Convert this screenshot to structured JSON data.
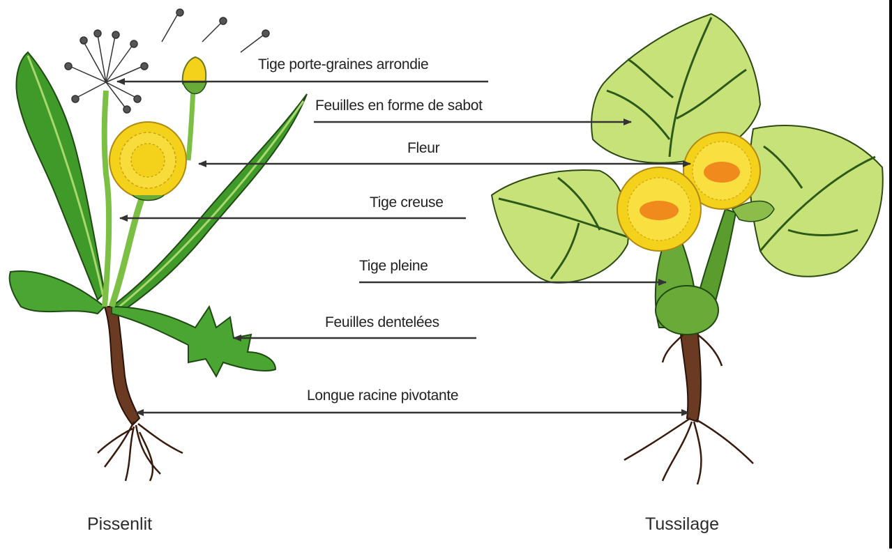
{
  "labels": {
    "tige_porte_graines": "Tige porte-graines arrondie",
    "feuilles_sabot": "Feuilles en forme de sabot",
    "fleur": "Fleur",
    "tige_creuse": "Tige creuse",
    "tige_pleine": "Tige pleine",
    "feuilles_dentelees": "Feuilles dentelées",
    "racine": "Longue racine pivotante"
  },
  "plants": {
    "left": "Pissenlit",
    "right": "Tussilage"
  },
  "colors": {
    "leaf_dark": "#3f9a2a",
    "leaf_light": "#c8e27a",
    "flower": "#f4d21c",
    "flower_center": "#f08a1c",
    "root": "#5a2e1c",
    "arrow": "#333333"
  }
}
